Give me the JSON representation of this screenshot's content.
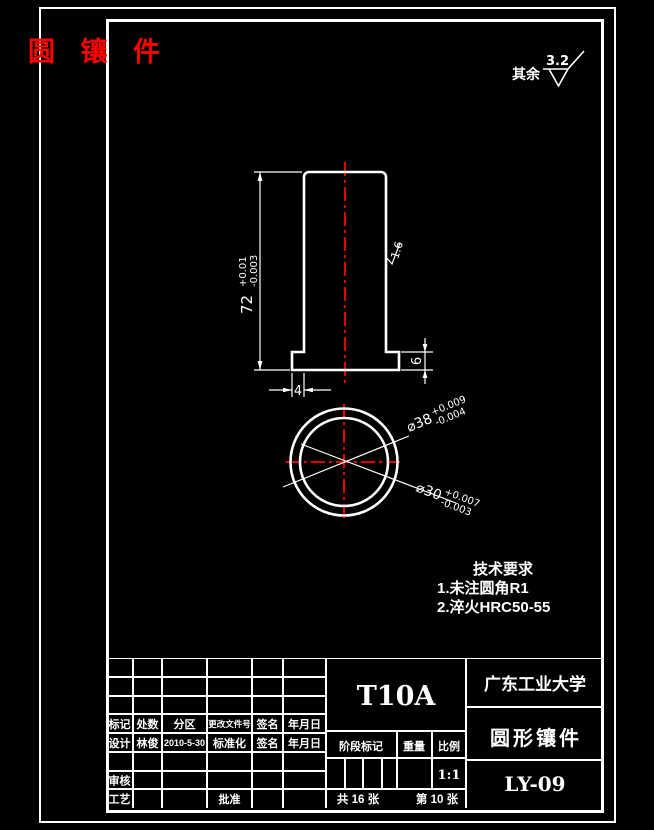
{
  "colors": {
    "background": "#000000",
    "line": "#ffffff",
    "accent_red": "#ff0000"
  },
  "overlay": {
    "title": "圆 镶 件"
  },
  "surface_finish": {
    "prefix": "其余",
    "roughness": "3.2"
  },
  "front_view": {
    "height": {
      "nominal": "72",
      "upper": "+0.01",
      "lower": "-0.003"
    },
    "flange_thickness": "6",
    "flange_step": "4",
    "side_roughness": "1.6"
  },
  "top_view": {
    "outer_diameter": {
      "nominal": "⌀38",
      "upper": "+0.009",
      "lower": "-0.004"
    },
    "inner_diameter": {
      "nominal": "⌀30",
      "upper": "+0.007",
      "lower": "-0.003"
    }
  },
  "tech_req": {
    "title": "技术要求",
    "items": [
      "1.未注圆角R1",
      "2.淬火HRC50-55"
    ]
  },
  "title_block": {
    "headers": {
      "mark": "标记",
      "count": "处数",
      "zone": "分区",
      "change_doc": "更改文件号",
      "sign": "签名",
      "date": "年月日"
    },
    "design": {
      "label": "设计",
      "name": "林俊",
      "date": "2010-5-30",
      "std": "标准化",
      "sign": "签名",
      "date_label": "年月日"
    },
    "review": "审核",
    "process": "工艺",
    "approve": "批准",
    "material": "T10A",
    "stage": "阶段标记",
    "weight": "重量",
    "scale": "比例",
    "scale_value": "1:1",
    "sheets_total": "共 16 张",
    "sheet_no": "第 10 张",
    "organization": "广东工业大学",
    "part_name": "圆形镶件",
    "drawing_no": "LY-09"
  }
}
